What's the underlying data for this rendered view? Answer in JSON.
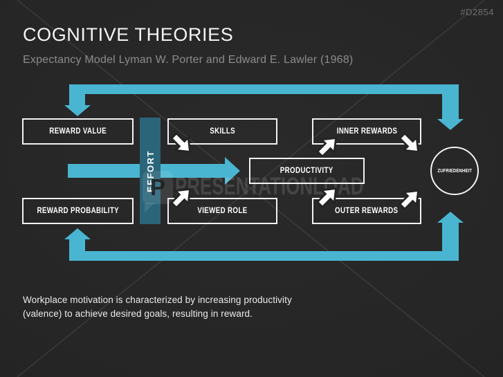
{
  "header": {
    "template_id": "#D2854",
    "title": "COGNITIVE THEORIES",
    "subtitle": "Expectancy Model Lyman W. Porter and Edward E. Lawler (1968)"
  },
  "diagram": {
    "boxes": {
      "reward_value": "REWARD VALUE",
      "skills": "SKILLS",
      "inner_rewards": "INNER REWARDS",
      "productivity": "PRODUCTIVITY",
      "reward_probability": "REWARD PROBABILITY",
      "viewed_role": "VIEWED ROLE",
      "outer_rewards": "OUTER REWARDS"
    },
    "effort_bar_label": "EFFORT",
    "satisfaction_circle_label": "ZUFRIEDENHEIT"
  },
  "footer": {
    "line1": "Workplace motivation is characterized by increasing productivity",
    "line2": "(valence) to achieve desired goals, resulting in reward."
  },
  "watermark": {
    "text": "PRESENTATIONLOAD",
    "logo_letter": "P"
  },
  "colors": {
    "background": "#252525",
    "accent_teal": "#49b5d1",
    "effort_bar_teal": "#2a6579",
    "box_border": "#f3f3f3",
    "subtitle_gray": "#8d8d8d"
  }
}
